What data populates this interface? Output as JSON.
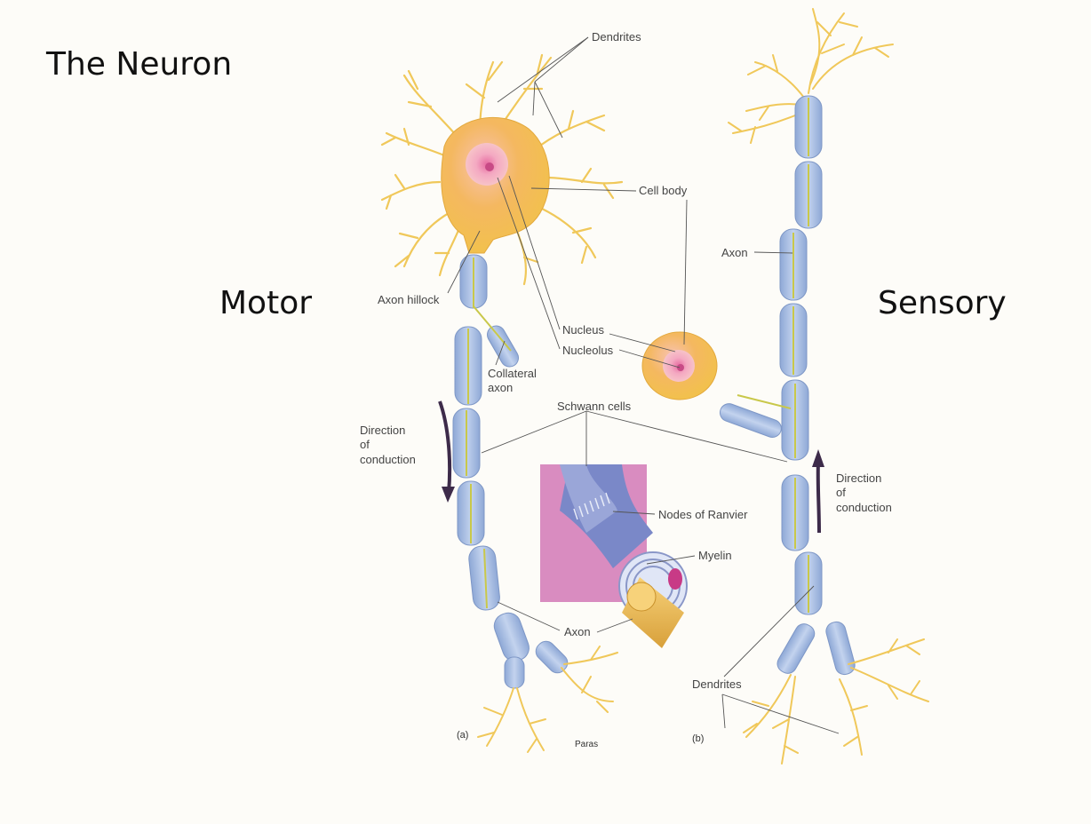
{
  "title": "The Neuron",
  "side_labels": {
    "motor": "Motor",
    "sensory": "Sensory"
  },
  "labels": {
    "dendrites_top": "Dendrites",
    "cell_body": "Cell body",
    "axon_sensory": "Axon",
    "axon_hillock": "Axon hillock",
    "nucleus": "Nucleus",
    "nucleolus": "Nucleolus",
    "collateral_axon_1": "Collateral",
    "collateral_axon_2": "axon",
    "schwann_cells": "Schwann cells",
    "direction_motor_1": "Direction",
    "direction_motor_2": "of",
    "direction_motor_3": "conduction",
    "direction_sensory_1": "Direction",
    "direction_sensory_2": "of",
    "direction_sensory_3": "conduction",
    "nodes_of_ranvier": "Nodes of Ranvier",
    "myelin": "Myelin",
    "axon_inset": "Axon",
    "dendrites_bottom": "Dendrites",
    "panel_a": "(a)",
    "panel_b": "(b)",
    "credit": "Paras"
  },
  "colors": {
    "cell_body": "#f4b860",
    "dendrite": "#f0c85a",
    "schwann": "#a9bfe3",
    "axon_core": "#d4d46a",
    "nucleus": "#f2a0b8",
    "inset_bg": "#d98cc0",
    "arrow": "#3d2b4a"
  }
}
